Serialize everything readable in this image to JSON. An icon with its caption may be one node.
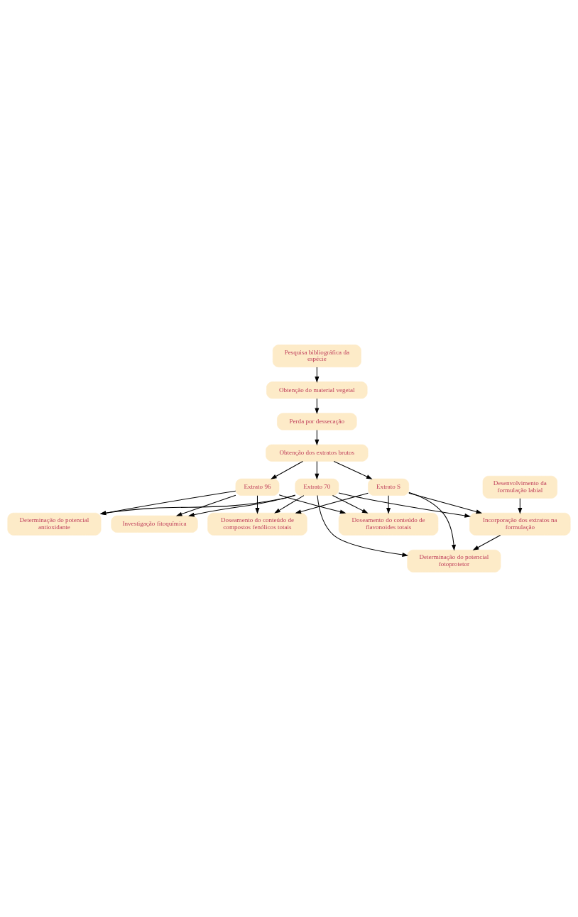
{
  "diagram": {
    "nodes": [
      {
        "text": [
          "Pesquisa bibliográfica da espécie"
        ]
      },
      {
        "text": [
          "Obtenção do material vegetal"
        ]
      },
      {
        "text": [
          "Perda por dessecação"
        ]
      },
      {
        "text": [
          "Obtenção dos extratos brutos"
        ]
      },
      {
        "text": [
          "Extrato 70"
        ]
      },
      {
        "text": [
          "Extrato 96"
        ]
      },
      {
        "text": [
          "Extrato S"
        ]
      },
      {
        "text": [
          "Investigação fitoquímica"
        ]
      },
      {
        "text": [
          "Doseamento do conteúdo de compostos fenólicos totais"
        ]
      },
      {
        "text": [
          "Doseamento do conteúdo de flavonoides totais"
        ]
      },
      {
        "text": [
          "Determinação do potencial antioxidante"
        ]
      },
      {
        "text": [
          "Desenvolvimento da formulação labial"
        ]
      },
      {
        "text": [
          "Incorporação dos extratos na formulação"
        ]
      },
      {
        "text": [
          "Determinação do potencial fotoprotetor"
        ]
      }
    ],
    "edges": [
      {
        "from": 0,
        "to": 1,
        "arrow": "to"
      },
      {
        "from": 1,
        "to": 2,
        "arrow": "to"
      },
      {
        "from": 2,
        "to": 3,
        "arrow": "to"
      },
      {
        "from": 3,
        "to": 4,
        "arrow": "to"
      },
      {
        "from": 3,
        "to": 5,
        "arrow": "to"
      },
      {
        "from": 3,
        "to": 6,
        "arrow": "to"
      },
      {
        "from": 4,
        "to": 7,
        "arrow": "to"
      },
      {
        "from": 5,
        "to": 7,
        "arrow": "to"
      },
      {
        "from": 4,
        "to": 8,
        "arrow": "to"
      },
      {
        "from": 5,
        "to": 8,
        "arrow": "to"
      },
      {
        "from": 6,
        "to": 8,
        "arrow": "to"
      },
      {
        "from": 4,
        "to": 9,
        "arrow": "to"
      },
      {
        "from": 5,
        "to": 9,
        "arrow": "to"
      },
      {
        "from": 6,
        "to": 9,
        "arrow": "to"
      },
      {
        "from": 4,
        "to": 10,
        "arrow": "to"
      },
      {
        "from": 5,
        "to": 10,
        "arrow": "to"
      },
      {
        "from": 11,
        "to": 12,
        "arrow": "to"
      },
      {
        "from": 4,
        "to": 12,
        "arrow": "to"
      },
      {
        "from": 6,
        "to": 12,
        "arrow": "to"
      },
      {
        "from": 12,
        "to": 13,
        "arrow": "to"
      },
      {
        "from": 4,
        "to": 13,
        "arrow": "to"
      },
      {
        "from": 6,
        "to": 13,
        "arrow": "to"
      }
    ]
  }
}
